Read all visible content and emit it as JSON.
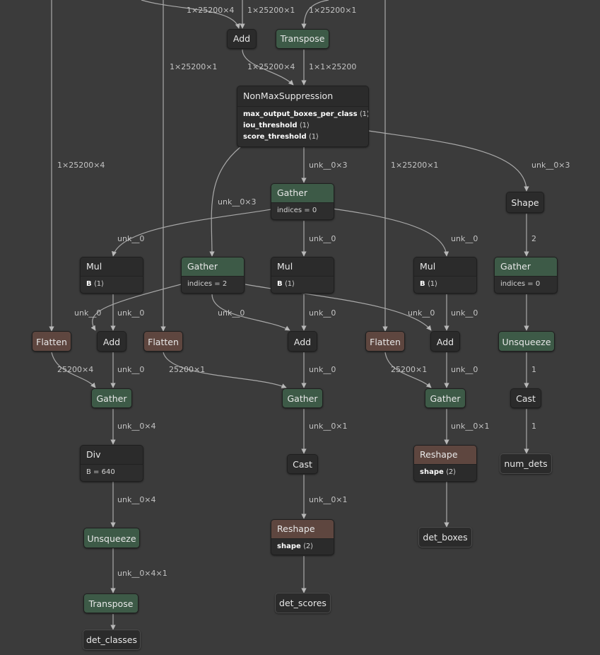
{
  "nodes": {
    "add_top": "Add",
    "transpose_top": "Transpose",
    "nms": {
      "title": "NonMaxSuppression",
      "attrs": [
        {
          "name": "max_output_boxes_per_class",
          "value": "⟨1⟩"
        },
        {
          "name": "iou_threshold",
          "value": "⟨1⟩"
        },
        {
          "name": "score_threshold",
          "value": "⟨1⟩"
        }
      ]
    },
    "gather_main": {
      "title": "Gather",
      "attr": "indices = 0"
    },
    "shape": "Shape",
    "mul1": {
      "title": "Mul",
      "attr_name": "B",
      "attr_value": "⟨1⟩"
    },
    "gather_idx2": {
      "title": "Gather",
      "attr": "indices = 2"
    },
    "mul2": {
      "title": "Mul",
      "attr_name": "B",
      "attr_value": "⟨1⟩"
    },
    "mul3": {
      "title": "Mul",
      "attr_name": "B",
      "attr_value": "⟨1⟩"
    },
    "gather_idx0": {
      "title": "Gather",
      "attr": "indices = 0"
    },
    "flatten1": "Flatten",
    "add1": "Add",
    "flatten2": "Flatten",
    "add2": "Add",
    "flatten3": "Flatten",
    "add3": "Add",
    "unsqueeze_right": "Unsqueeze",
    "gather1": "Gather",
    "gather2": "Gather",
    "gather3": "Gather",
    "cast_right": "Cast",
    "div": {
      "title": "Div",
      "attr": "B = 640"
    },
    "cast_mid": "Cast",
    "reshape1": {
      "title": "Reshape",
      "attr_name": "shape",
      "attr_value": "⟨2⟩"
    },
    "num_dets": "num_dets",
    "unsqueeze_left": "Unsqueeze",
    "reshape2": {
      "title": "Reshape",
      "attr_name": "shape",
      "attr_value": "⟨2⟩"
    },
    "det_boxes": "det_boxes",
    "transpose_bottom": "Transpose",
    "det_scores": "det_scores",
    "det_classes": "det_classes"
  },
  "edge_labels": {
    "e1": "1×25200×4",
    "e2": "1×25200×1",
    "e3": "1×25200×1",
    "e4": "1×25200×1",
    "e5": "1×25200×4",
    "e6": "1×1×25200",
    "e7": "1×25200×4",
    "e8": "unk__0×3",
    "e9": "1×25200×1",
    "e10": "unk__0×3",
    "e11": "unk__0×3",
    "e12": "unk__0",
    "e13": "unk__0",
    "e14": "unk__0",
    "e15": "2",
    "e16": "unk__0",
    "e17": "unk__0",
    "e18": "unk__0",
    "e19": "unk__0",
    "e20": "unk__0",
    "e21": "unk__0",
    "e22": "25200×4",
    "e23": "unk__0",
    "e24": "25200×1",
    "e25": "unk__0",
    "e26": "25200×1",
    "e27": "unk__0",
    "e28": "1",
    "e29": "unk__0×4",
    "e30": "unk__0×1",
    "e31": "unk__0×1",
    "e32": "1",
    "e33": "unk__0×4",
    "e34": "unk__0×1",
    "e35": "unk__0×4×1"
  }
}
